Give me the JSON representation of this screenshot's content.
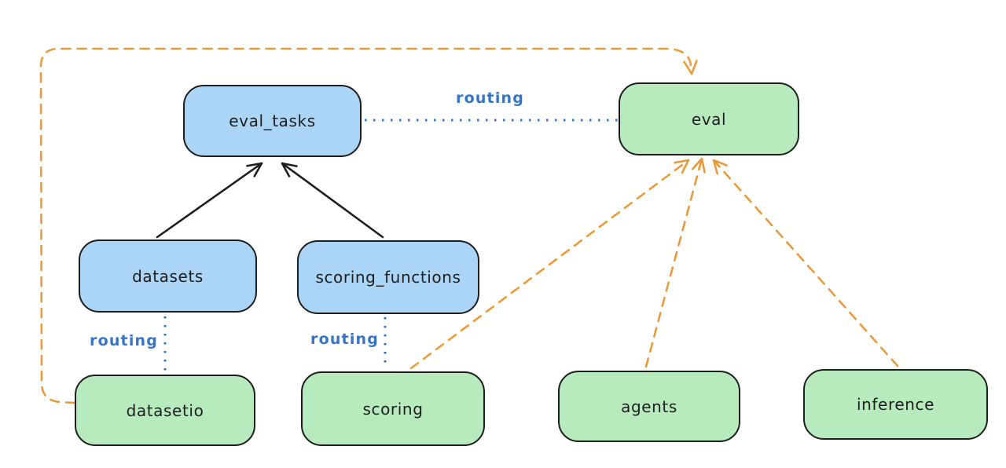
{
  "nodes": {
    "eval_tasks": {
      "label": "eval_tasks",
      "kind": "api"
    },
    "eval": {
      "label": "eval",
      "kind": "provider"
    },
    "datasets": {
      "label": "datasets",
      "kind": "api"
    },
    "scoring_functions": {
      "label": "scoring_functions",
      "kind": "api"
    },
    "datasetio": {
      "label": "datasetio",
      "kind": "provider"
    },
    "scoring": {
      "label": "scoring",
      "kind": "provider"
    },
    "agents": {
      "label": "agents",
      "kind": "provider"
    },
    "inference": {
      "label": "inference",
      "kind": "provider"
    }
  },
  "edge_labels": {
    "routing_top": "routing",
    "routing_left": "routing",
    "routing_mid": "routing"
  },
  "edges": [
    {
      "from": "datasets",
      "to": "eval_tasks",
      "style": "solid-black-arrow"
    },
    {
      "from": "scoring_functions",
      "to": "eval_tasks",
      "style": "solid-black-arrow"
    },
    {
      "from": "eval_tasks",
      "to": "eval",
      "style": "blue-dotted",
      "label": "routing"
    },
    {
      "from": "datasets",
      "to": "datasetio",
      "style": "blue-dotted",
      "label": "routing"
    },
    {
      "from": "scoring_functions",
      "to": "scoring",
      "style": "blue-dotted",
      "label": "routing"
    },
    {
      "from": "datasetio",
      "to": "eval",
      "style": "orange-dashed-arrow"
    },
    {
      "from": "scoring",
      "to": "eval",
      "style": "orange-dashed-arrow"
    },
    {
      "from": "agents",
      "to": "eval",
      "style": "orange-dashed-arrow"
    },
    {
      "from": "inference",
      "to": "eval",
      "style": "orange-dashed-arrow"
    }
  ],
  "colors": {
    "api_fill": "#abd5f6",
    "provider_fill": "#b7ebbe",
    "stroke": "#1e1e1e",
    "routing_blue": "#3575c9",
    "provider_orange": "#e89b3d",
    "background": "#ffffff"
  }
}
